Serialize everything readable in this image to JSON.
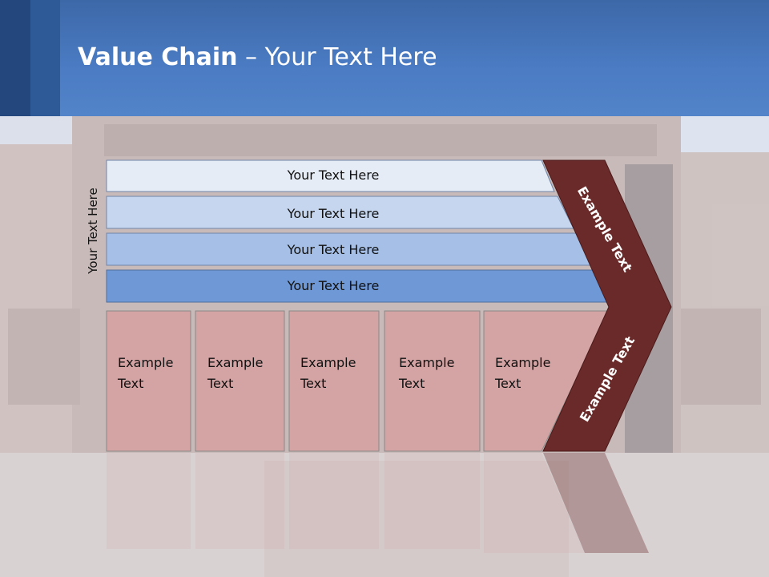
{
  "title": {
    "bold": "Value Chain",
    "rest": " – Your Text Here"
  },
  "vertical_label": "Your Text Here",
  "bands": [
    "Your Text Here",
    "Your Text Here",
    "Your Text Here",
    "Your Text Here"
  ],
  "boxes": [
    {
      "line1": "Example",
      "line2": "Text"
    },
    {
      "line1": "Example",
      "line2": "Text"
    },
    {
      "line1": "Example",
      "line2": "Text"
    },
    {
      "line1": "Example",
      "line2": "Text"
    },
    {
      "line1": "Example",
      "line2": "Text"
    }
  ],
  "arrow_top": "Example Text",
  "arrow_bottom": "Example Text",
  "colors": {
    "header": "#4b7cc4",
    "band1": "#e6ecf6",
    "band2": "#c6d6ee",
    "band3": "#a5bfe6",
    "band4": "#6e98d6",
    "box": "#d4a3a3",
    "arrow": "#6b2a2a"
  }
}
